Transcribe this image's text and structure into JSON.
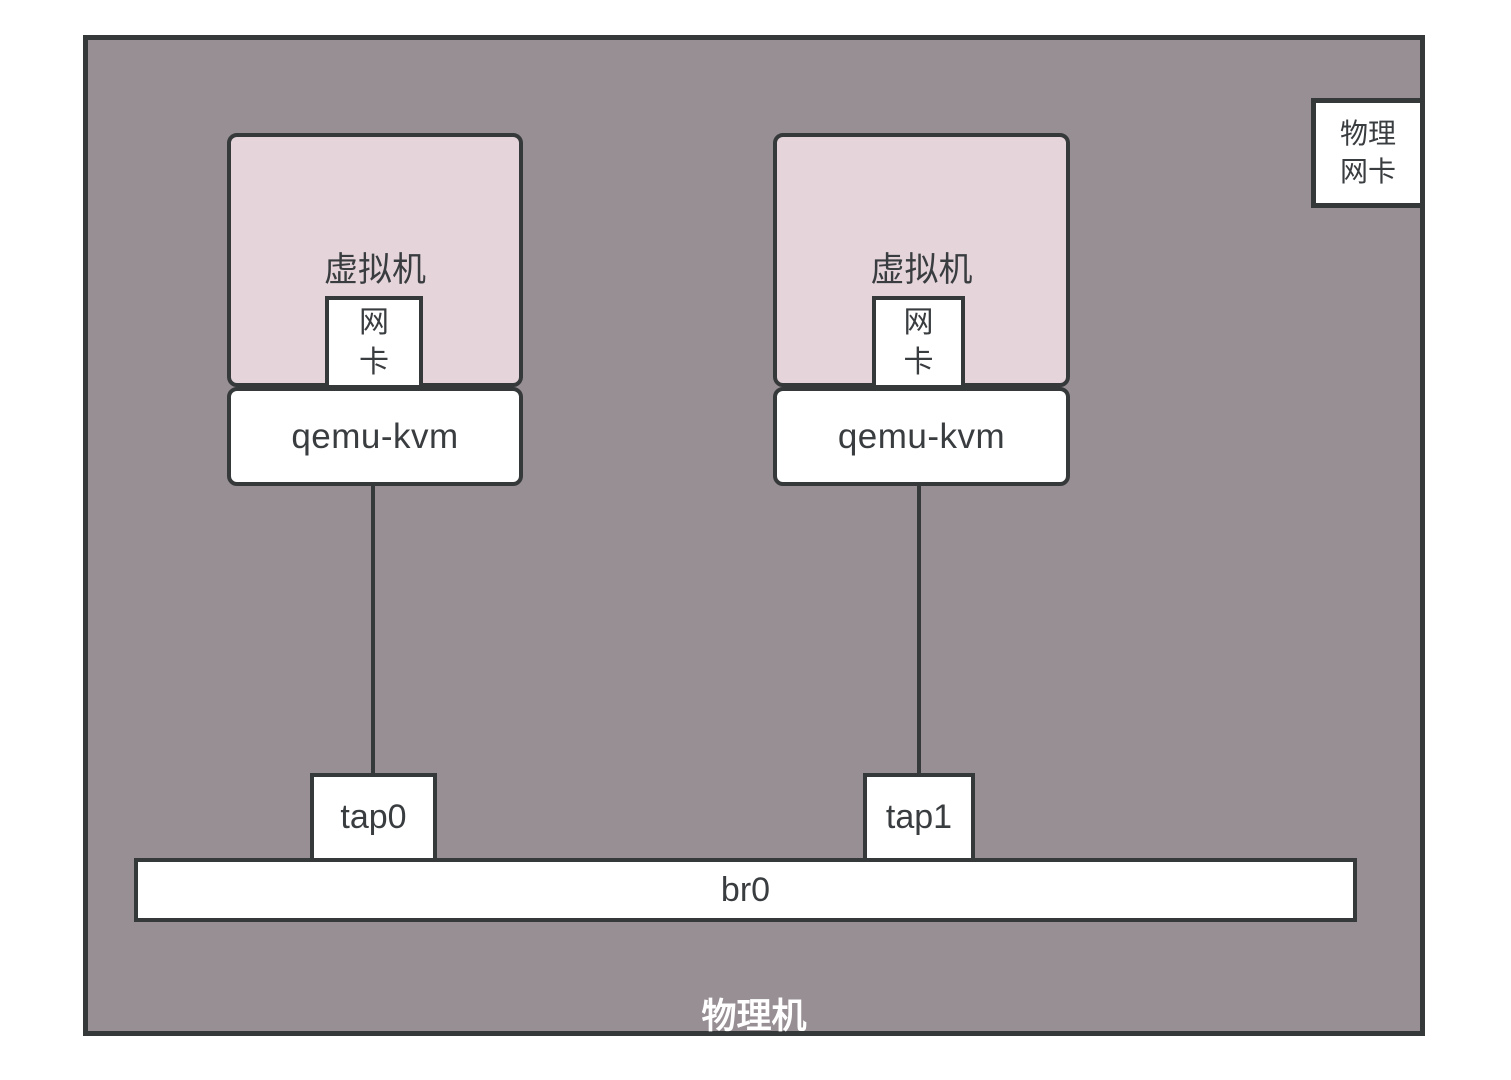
{
  "host": {
    "label": "物理机",
    "bridge_label": "br0",
    "physical_nic_label": "物理网卡"
  },
  "vms": [
    {
      "label": "虚拟机",
      "nic_label": "网卡",
      "hypervisor_label": "qemu-kvm",
      "tap_label": "tap0"
    },
    {
      "label": "虚拟机",
      "nic_label": "网卡",
      "hypervisor_label": "qemu-kvm",
      "tap_label": "tap1"
    }
  ],
  "colors": {
    "host_fill": "#988f94",
    "vm_fill": "#e5d5da",
    "border": "#36393a",
    "box_fill": "#ffffff",
    "text": "#3a3d40",
    "host_label_text": "#ffffff"
  }
}
